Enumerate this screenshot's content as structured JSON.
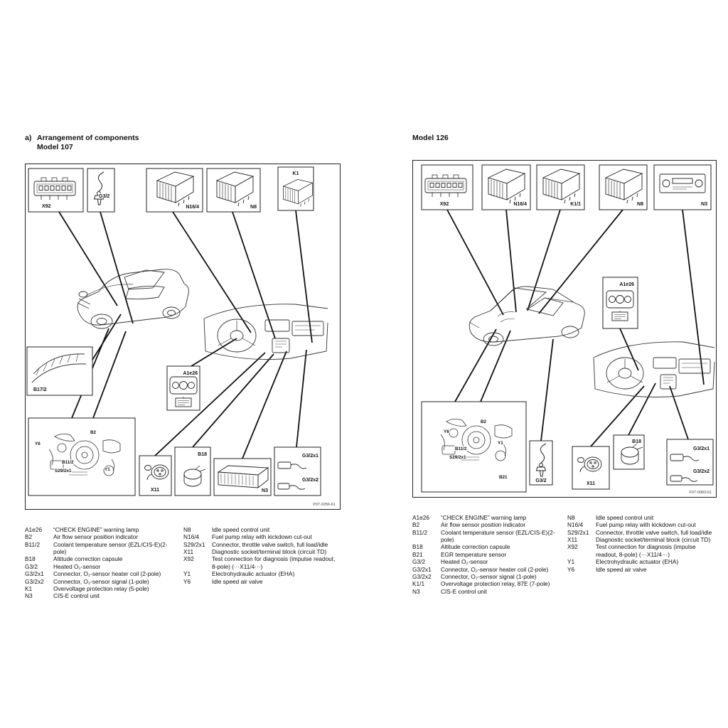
{
  "page": {
    "section_prefix": "a)",
    "section_title": "Arrangement of components",
    "left_model": "Model 107",
    "right_model": "Model 126"
  },
  "left_diagram": {
    "figure_code": "P07-0256-61",
    "labels": {
      "x92": "X92",
      "g32": "G3/2",
      "n164": "N16/4",
      "n8": "N8",
      "k1": "K1",
      "b172": "B17/2",
      "a1e26": "A1e26",
      "b2": "B2",
      "y6": "Y6",
      "b112": "B11/2",
      "s292x1": "S29/2x1",
      "y1": "Y1",
      "x11": "X11",
      "b18": "B18",
      "n3": "N3",
      "g32x1": "G3/2x1",
      "g32x2": "G3/2x2"
    }
  },
  "right_diagram": {
    "figure_code": "F07-0083-61",
    "labels": {
      "x92": "X92",
      "n164": "N16/4",
      "k11": "K1/1",
      "n8": "N8",
      "n3": "N3",
      "a1e26": "A1e26",
      "y6": "Y6",
      "b2": "B2",
      "b112": "B11/2",
      "s292x1": "S29/2x1",
      "y1": "Y1",
      "b21": "B21",
      "g32": "G3/2",
      "x11": "X11",
      "b18": "B18",
      "g32x1": "G3/2x1",
      "g32x2": "G3/2x2"
    }
  },
  "left_legend": {
    "col1": [
      {
        "code": "A1e26",
        "desc": "“CHECK ENGINE” warning lamp"
      },
      {
        "code": "B2",
        "desc": "Air flow sensor position indicator"
      },
      {
        "code": "B11/2",
        "desc": "Coolant temperature sensor (EZL/CIS-E)(2-pole)"
      },
      {
        "code": "B18",
        "desc": "Altitude correction capsule"
      },
      {
        "code": "G3/2",
        "desc": "Heated O₂-sensor"
      },
      {
        "code": "G3/2x1",
        "desc": "Connector, O₂-sensor heater coil (2-pole)"
      },
      {
        "code": "G3/2x2",
        "desc": "Connector, O₂-sensor signal (1-pole)"
      },
      {
        "code": "K1",
        "desc": "Overvoltage protection relay (5-pole)"
      },
      {
        "code": "N3",
        "desc": "CIS-E control unit"
      }
    ],
    "col2": [
      {
        "code": "N8",
        "desc": "Idle speed control unit"
      },
      {
        "code": "N16/4",
        "desc": "Fuel pump relay with kickdown cut-out"
      },
      {
        "code": "S29/2x1",
        "desc": "Connector, throttle valve switch, full load/idle"
      },
      {
        "code": "X11",
        "desc": "Diagnostic socket/terminal block (circuit TD)"
      },
      {
        "code": "X92",
        "desc": "Test connection for diagnosis (impulse readout, 8-pole) (···X11/4···)"
      },
      {
        "code": "Y1",
        "desc": "Electrohydraulic actuator (EHA)"
      },
      {
        "code": "Y6",
        "desc": "Idle speed air valve"
      }
    ]
  },
  "right_legend": {
    "col1": [
      {
        "code": "A1e26",
        "desc": "“CHECK ENGINE” warning lamp"
      },
      {
        "code": "B2",
        "desc": "Air flow sensor position indicator"
      },
      {
        "code": "B11/2",
        "desc": "Coolant temperature sensor (EZL/CIS-E)(2-pole)"
      },
      {
        "code": "B18",
        "desc": "Altitude correction capsule"
      },
      {
        "code": "B21",
        "desc": "EGR temperature sensor"
      },
      {
        "code": "G3/2",
        "desc": "Heated O₂-sensor"
      },
      {
        "code": "G3/2x1",
        "desc": "Connector, O₂-sensor heater coil (2-pole)"
      },
      {
        "code": "G3/2x2",
        "desc": "Connector, O₂-sensor signal (1-pole)"
      },
      {
        "code": "K1/1",
        "desc": "Overvoltage protection relay, 87E (7-pole)"
      },
      {
        "code": "N3",
        "desc": "CIS-E control unit"
      }
    ],
    "col2": [
      {
        "code": "N8",
        "desc": "Idle speed control unit"
      },
      {
        "code": "N16/4",
        "desc": "Fuel pump relay with kickdown cut-out"
      },
      {
        "code": "S29/2x1",
        "desc": "Connector, throttle valve switch, full load/idle"
      },
      {
        "code": "X11",
        "desc": "Diagnostic socket/terminal block (circuit TD)"
      },
      {
        "code": "X92",
        "desc": "Test connection for diagnosis (impulse readout, 8-pole) (···X11/4···)"
      },
      {
        "code": "Y1",
        "desc": "Electrohydraulic actuator (EHA)"
      },
      {
        "code": "Y6",
        "desc": "Idle speed air valve"
      }
    ]
  }
}
